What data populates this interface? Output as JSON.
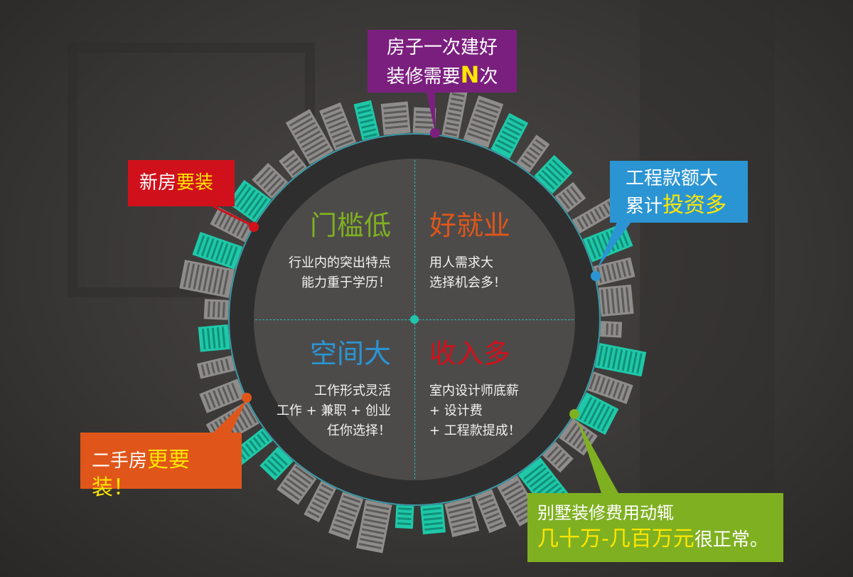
{
  "quadrants": {
    "top_left": {
      "title": "门槛低",
      "lines": [
        "行业内的突出特点",
        "能力重于学历！"
      ],
      "color": "#7fb021"
    },
    "top_right": {
      "title": "好就业",
      "lines": [
        "用人需求大",
        "选择机会多！"
      ],
      "color": "#e0561a"
    },
    "bottom_left": {
      "title": "空间大",
      "lines": [
        "工作形式灵活",
        "工作 + 兼职 + 创业",
        "任你选择！"
      ],
      "color": "#2b95d3"
    },
    "bottom_right": {
      "title": "收入多",
      "lines": [
        "室内设计师底薪",
        "+ 设计费",
        "+ 工程款提成！"
      ],
      "color": "#d0111b"
    }
  },
  "callouts": {
    "top": {
      "line1": "房子一次建好",
      "line2_a": "装修需要",
      "line2_b": "N",
      "line2_c": "次",
      "color": "#7b1f7f"
    },
    "new_house": {
      "a": "新房",
      "b": "要装",
      "color": "#d0111b"
    },
    "engineering": {
      "line1": "工程款额大",
      "line2_a": "累计",
      "line2_b": "投资多",
      "color": "#2b95d3"
    },
    "second_hand": {
      "a": "二手房",
      "b": "更要装！",
      "color": "#e0561a"
    },
    "villa": {
      "line1": "别墅装修费用动辄",
      "line2_a": "几十万-几百万元",
      "line2_b": "很正常。",
      "color": "#7fb021"
    }
  }
}
